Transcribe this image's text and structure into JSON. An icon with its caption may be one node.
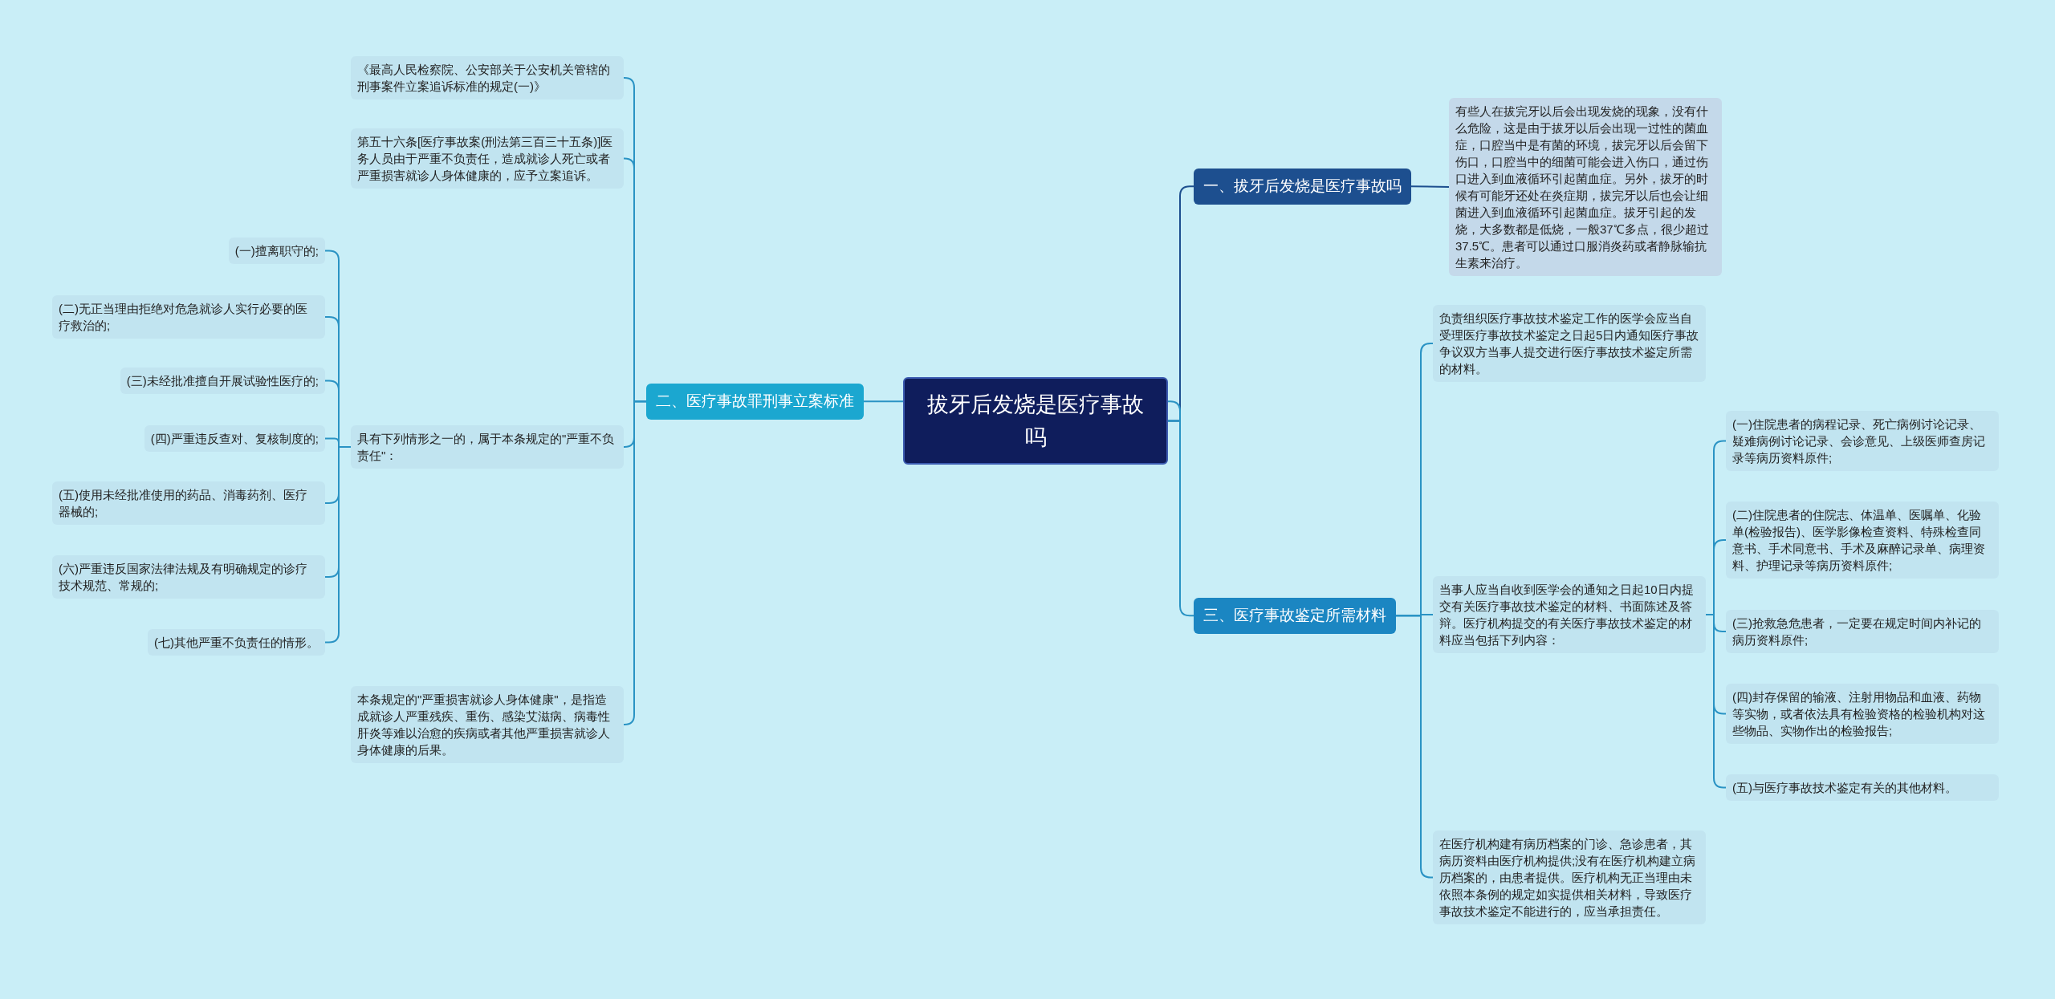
{
  "diagram": {
    "nodes": [
      {
        "text": [
          "拔牙后发烧是医疗事故吗"
        ]
      },
      {
        "text": [
          "一、拔牙后发烧是医疗事故吗"
        ]
      },
      {
        "text": [
          "有些人在拔完牙以后会出现发烧的现象，没有什么危险，这是由于拔牙以后会出现一过性的菌血症，口腔当中是有菌的环境，拔完牙以后会留下伤口，口腔当中的细菌可能会进入伤口，通过伤口进入到血液循环引起菌血症。另外，拔牙的时候有可能牙还处在炎症期，拔完牙以后也会让细菌进入到血液循环引起菌血症。拔牙引起的发烧，大多数都是低烧，一般37℃多点，很少超过37.5℃。患者可以通过口服消炎药或者静脉输抗生素来治疗。"
        ]
      },
      {
        "text": [
          "二、医疗事故罪刑事立案标准"
        ]
      },
      {
        "text": [
          "《最高人民检察院、公安部关于公安机关管辖的刑事案件立案追诉标准的规定(一)》"
        ]
      },
      {
        "text": [
          "第五十六条[医疗事故案(刑法第三百三十五条)]医务人员由于严重不负责任，造成就诊人死亡或者严重损害就诊人身体健康的，应予立案追诉。"
        ]
      },
      {
        "text": [
          "具有下列情形之一的，属于本条规定的\"严重不负责任\"："
        ]
      },
      {
        "text": [
          "(一)擅离职守的;"
        ]
      },
      {
        "text": [
          "(二)无正当理由拒绝对危急就诊人实行必要的医疗救治的;"
        ]
      },
      {
        "text": [
          "(三)未经批准擅自开展试验性医疗的;"
        ]
      },
      {
        "text": [
          "(四)严重违反查对、复核制度的;"
        ]
      },
      {
        "text": [
          "(五)使用未经批准使用的药品、消毒药剂、医疗器械的;"
        ]
      },
      {
        "text": [
          "(六)严重违反国家法律法规及有明确规定的诊疗技术规范、常规的;"
        ]
      },
      {
        "text": [
          "(七)其他严重不负责任的情形。"
        ]
      },
      {
        "text": [
          "本条规定的\"严重损害就诊人身体健康\"，是指造成就诊人严重残疾、重伤、感染艾滋病、病毒性肝炎等难以治愈的疾病或者其他严重损害就诊人身体健康的后果。"
        ]
      },
      {
        "text": [
          "三、医疗事故鉴定所需材料"
        ]
      },
      {
        "text": [
          "负责组织医疗事故技术鉴定工作的医学会应当自受理医疗事故技术鉴定之日起5日内通知医疗事故争议双方当事人提交进行医疗事故技术鉴定所需的材料。"
        ]
      },
      {
        "text": [
          "当事人应当自收到医学会的通知之日起10日内提交有关医疗事故技术鉴定的材料、书面陈述及答辩。医疗机构提交的有关医疗事故技术鉴定的材料应当包括下列内容："
        ]
      },
      {
        "text": [
          "(一)住院患者的病程记录、死亡病例讨论记录、疑难病例讨论记录、会诊意见、上级医师查房记录等病历资料原件;"
        ]
      },
      {
        "text": [
          "(二)住院患者的住院志、体温单、医嘱单、化验单(检验报告)、医学影像检查资料、特殊检查同意书、手术同意书、手术及麻醉记录单、病理资料、护理记录等病历资料原件;"
        ]
      },
      {
        "text": [
          "(三)抢救急危患者，一定要在规定时间内补记的病历资料原件;"
        ]
      },
      {
        "text": [
          "(四)封存保留的输液、注射用物品和血液、药物等实物，或者依法具有检验资格的检验机构对这些物品、实物作出的检验报告;"
        ]
      },
      {
        "text": [
          "(五)与医疗事故技术鉴定有关的其他材料。"
        ]
      },
      {
        "text": [
          "在医疗机构建有病历档案的门诊、急诊患者，其病历资料由医疗机构提供;没有在医疗机构建立病历档案的，由患者提供。医疗机构无正当理由未依照本条例的规定如实提供相关材料，导致医疗事故技术鉴定不能进行的，应当承担责任。"
        ]
      }
    ],
    "edges": [
      {
        "from": 0,
        "to": 1,
        "arrow": "none",
        "color": "#1d4f8f"
      },
      {
        "from": 1,
        "to": 2,
        "arrow": "none",
        "color": "#1d4f8f"
      },
      {
        "from": 0,
        "to": 3,
        "arrow": "none"
      },
      {
        "from": 3,
        "to": 4,
        "arrow": "none"
      },
      {
        "from": 3,
        "to": 5,
        "arrow": "none"
      },
      {
        "from": 3,
        "to": 6,
        "arrow": "none"
      },
      {
        "from": 6,
        "to": 7,
        "arrow": "none"
      },
      {
        "from": 6,
        "to": 8,
        "arrow": "none"
      },
      {
        "from": 6,
        "to": 9,
        "arrow": "none"
      },
      {
        "from": 6,
        "to": 10,
        "arrow": "none"
      },
      {
        "from": 6,
        "to": 11,
        "arrow": "none"
      },
      {
        "from": 6,
        "to": 12,
        "arrow": "none"
      },
      {
        "from": 6,
        "to": 13,
        "arrow": "none"
      },
      {
        "from": 3,
        "to": 14,
        "arrow": "none"
      },
      {
        "from": 0,
        "to": 15,
        "arrow": "none"
      },
      {
        "from": 15,
        "to": 16,
        "arrow": "none"
      },
      {
        "from": 15,
        "to": 17,
        "arrow": "none"
      },
      {
        "from": 17,
        "to": 18,
        "arrow": "none"
      },
      {
        "from": 17,
        "to": 19,
        "arrow": "none"
      },
      {
        "from": 17,
        "to": 20,
        "arrow": "none"
      },
      {
        "from": 17,
        "to": 21,
        "arrow": "none"
      },
      {
        "from": 17,
        "to": 22,
        "arrow": "none"
      },
      {
        "from": 15,
        "to": 23,
        "arrow": "none"
      }
    ]
  }
}
